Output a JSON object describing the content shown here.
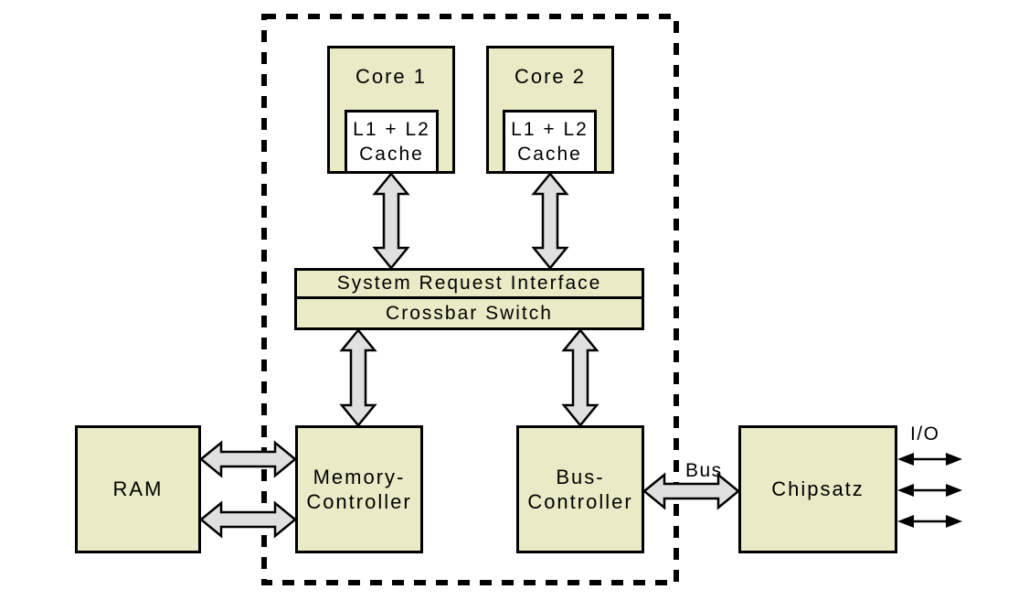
{
  "colors": {
    "box_fill": "#eaeac6",
    "cache_fill": "#ffffff",
    "arrow_fill": "#e0e0e0",
    "outline": "#000000",
    "background": "#ffffff",
    "io_arrow": "#000000"
  },
  "cpu_package": {
    "core1": {
      "label": "Core 1",
      "cache_label": "L1 + L2\nCache"
    },
    "core2": {
      "label": "Core 2",
      "cache_label": "L1 + L2\nCache"
    },
    "system_request_interface": "System Request Interface",
    "crossbar_switch": "Crossbar Switch",
    "memory_controller": "Memory-\nController",
    "bus_controller": "Bus-\nController"
  },
  "external": {
    "ram": "RAM",
    "chipset": "Chipsatz"
  },
  "labels": {
    "bus": "Bus",
    "io": "I/O"
  }
}
